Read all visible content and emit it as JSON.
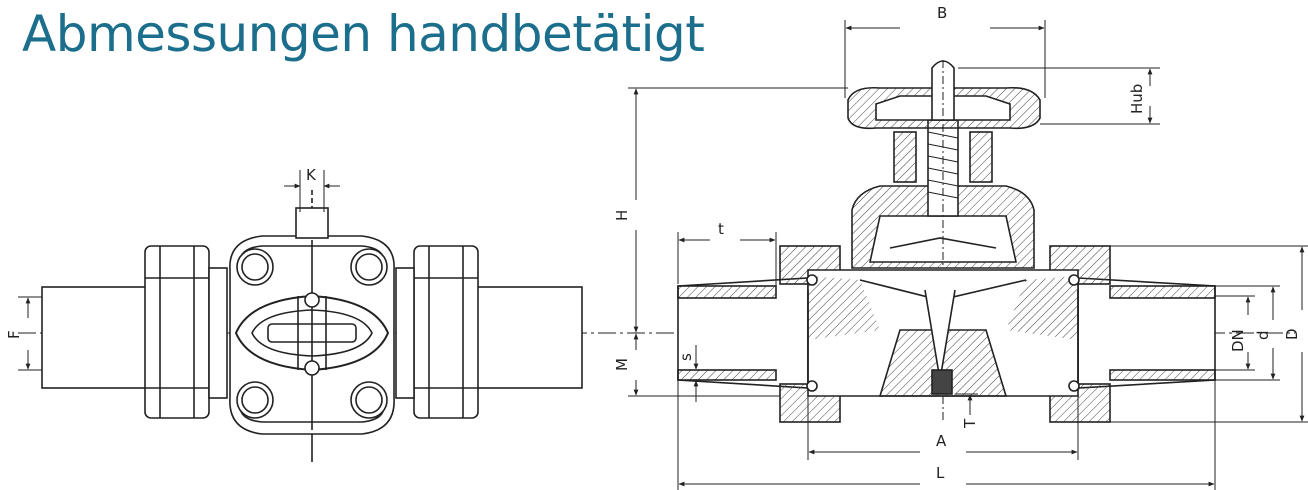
{
  "title": "Abmessungen handbetätigt",
  "colors": {
    "title": "#1b6e8c",
    "line": "#222222",
    "hatch": "#444444"
  },
  "dimensions": {
    "B": "B",
    "Hub": "Hub",
    "H": "H",
    "t": "t",
    "M": "M",
    "s": "s",
    "DN": "DN",
    "d": "d",
    "D": "D",
    "A": "A",
    "L": "L",
    "T": "T",
    "K": "K",
    "F": "F"
  }
}
